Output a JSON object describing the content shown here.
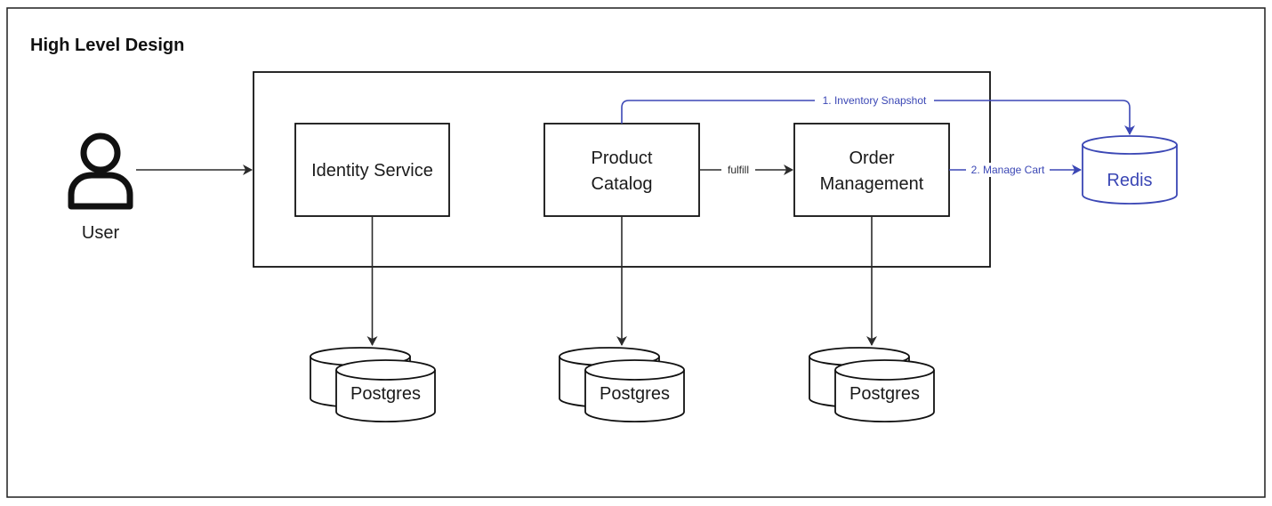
{
  "title": "High Level Design",
  "actor": {
    "label": "User",
    "icon": "user-icon"
  },
  "services": {
    "identity": "Identity Service",
    "catalog_line1": "Product",
    "catalog_line2": "Catalog",
    "orders_line1": "Order",
    "orders_line2": "Management"
  },
  "databases": {
    "identity_db": "Postgres",
    "catalog_db": "Postgres",
    "orders_db": "Postgres"
  },
  "cache": {
    "label": "Redis"
  },
  "edges": {
    "fulfill": "fulfill",
    "inventory_snapshot": "1. Inventory Snapshot",
    "manage_cart": "2. Manage Cart"
  },
  "colors": {
    "accent_blue": "#3b47b5",
    "stroke": "#111111"
  }
}
